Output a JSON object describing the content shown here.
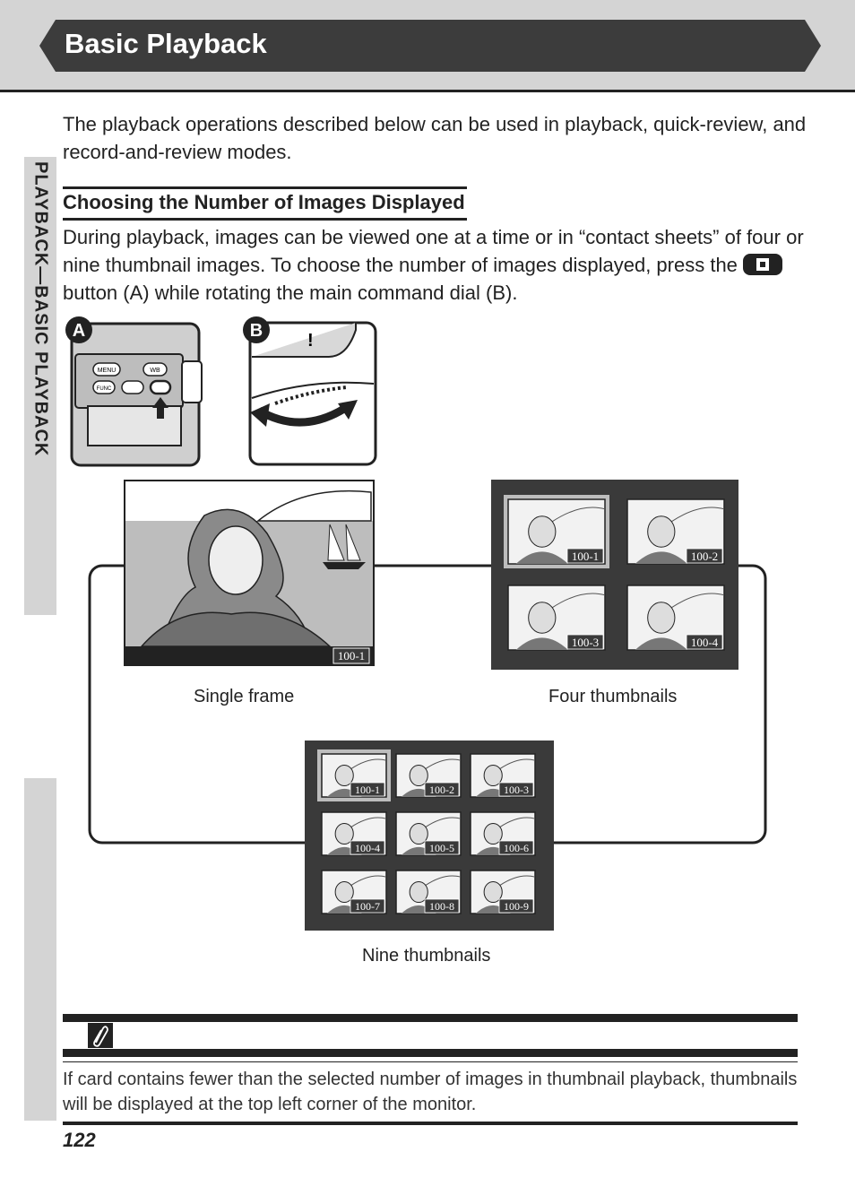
{
  "header": {
    "title": "Basic Playback"
  },
  "side_tab": {
    "label": "PLAYBACK—BASIC PLAYBACK"
  },
  "intro": "The playback operations described below can be used in playback, quick-review, and record-and-review modes.",
  "section": {
    "heading": "Choosing the Number of Images Displayed",
    "body_part1": "During playback, images can be viewed one at a time or in “contact sheets” of four or nine thumbnail images.  To choose the number of images displayed, press the",
    "body_part2": "button (A) while rotating the main command dial (B)."
  },
  "figure": {
    "marker_a": "A",
    "marker_b": "B",
    "camera_buttons": {
      "menu": "MENU",
      "wb": "WB",
      "func": "FUNC"
    },
    "single_frame": {
      "caption": "Single frame",
      "label": "100-1"
    },
    "four_thumbnails": {
      "caption": "Four thumbnails",
      "labels": [
        "100-1",
        "100-2",
        "100-3",
        "100-4"
      ]
    },
    "nine_thumbnails": {
      "caption": "Nine thumbnails",
      "labels": [
        "100-1",
        "100-2",
        "100-3",
        "100-4",
        "100-5",
        "100-6",
        "100-7",
        "100-8",
        "100-9"
      ]
    }
  },
  "note": {
    "text": "If card contains fewer than the selected number of images in thumbnail playback, thumbnails will be displayed at the top left corner of the monitor."
  },
  "footer": {
    "page_number": "122"
  },
  "colors": {
    "dark": "#222222",
    "band": "#d4d4d4",
    "banner": "#3c3c3c"
  }
}
